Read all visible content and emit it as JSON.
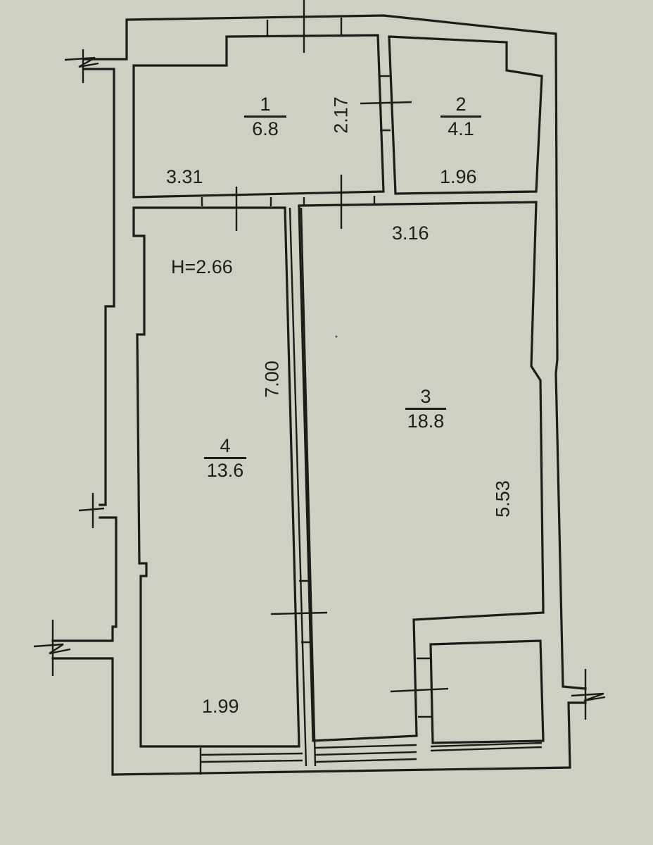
{
  "plan": {
    "type": "apartment-floor-plan",
    "ceiling_height_label": "H=2.66",
    "colors": {
      "paper": "#cfcfc4",
      "ink": "#1c1c1a"
    },
    "rooms": [
      {
        "number": "1",
        "area": "6.8",
        "dim_width": "3.31",
        "dim_depth": "2.17"
      },
      {
        "number": "2",
        "area": "4.1",
        "dim_width": "1.96"
      },
      {
        "number": "3",
        "area": "18.8",
        "dim_width": "3.16",
        "dim_depth": "5.53"
      },
      {
        "number": "4",
        "area": "13.6",
        "dim_width": "1.99",
        "dim_depth": "7.00"
      }
    ]
  }
}
